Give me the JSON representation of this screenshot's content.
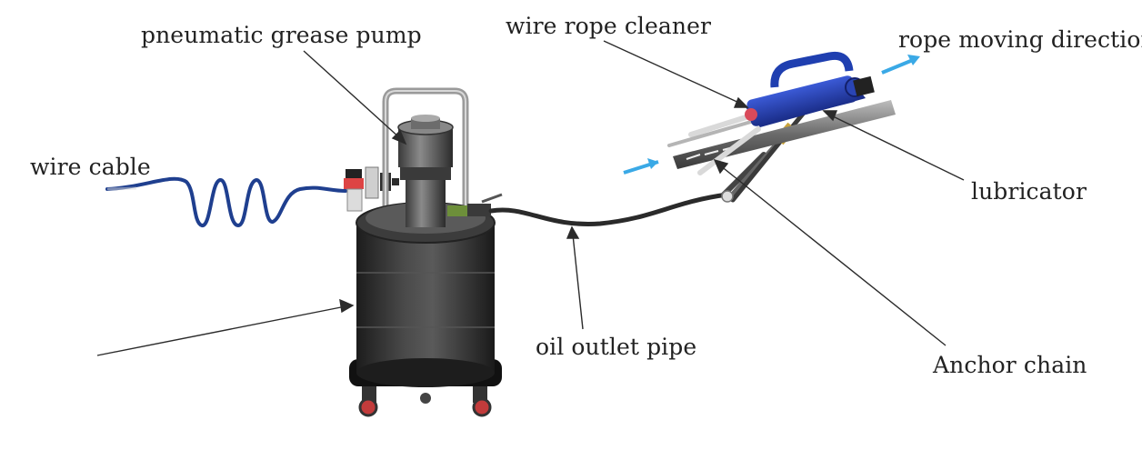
{
  "diagram": {
    "labels": {
      "pump": "pneumatic grease pump",
      "cleaner": "wire rope cleaner",
      "direction": "rope moving direction",
      "cable": "wire cable",
      "lubricator": "lubricator",
      "outlet": "oil outlet pipe",
      "anchor": "Anchor chain"
    },
    "colors": {
      "text": "#222222",
      "leader": "#2b2b2b",
      "drum": "#2f2f2f",
      "hose_blue": "#1f3f8f",
      "lubricator_blue": "#2a45b5",
      "arrow_cyan": "#3aa9e6"
    }
  }
}
